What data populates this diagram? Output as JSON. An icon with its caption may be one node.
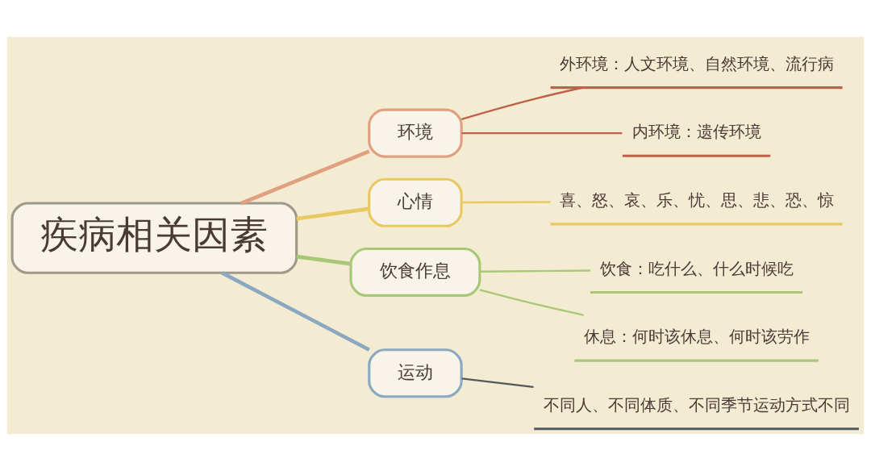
{
  "diagram": {
    "nodes": [
      {
        "text": [
          "疾病相关因素"
        ]
      },
      {
        "text": [
          "环境"
        ]
      },
      {
        "text": [
          "外环境：人文环境、自然环境、流行病"
        ]
      },
      {
        "text": [
          "内环境：遗传环境"
        ]
      },
      {
        "text": [
          "心情"
        ]
      },
      {
        "text": [
          "喜、怒、哀、乐、忧、思、悲、恐、惊"
        ]
      },
      {
        "text": [
          "饮食作息"
        ]
      },
      {
        "text": [
          "饮食：吃什么、什么时候吃"
        ]
      },
      {
        "text": [
          "休息：何时该休息、何时该劳作"
        ]
      },
      {
        "text": [
          "运动"
        ]
      },
      {
        "text": [
          "不同人、不同体质、不同季节运动方式不同"
        ]
      }
    ],
    "edges": [
      {
        "from": 0,
        "to": 1,
        "arrow": "none",
        "style": "thick",
        "color": "#e0a080"
      },
      {
        "from": 1,
        "to": 2,
        "arrow": "none",
        "color": "#c0604a"
      },
      {
        "from": 1,
        "to": 3,
        "arrow": "none",
        "color": "#c0604a"
      },
      {
        "from": 0,
        "to": 4,
        "arrow": "none",
        "style": "thick",
        "color": "#e8c860"
      },
      {
        "from": 4,
        "to": 5,
        "arrow": "none",
        "color": "#e8c860"
      },
      {
        "from": 0,
        "to": 6,
        "arrow": "none",
        "style": "thick",
        "color": "#a8c878"
      },
      {
        "from": 6,
        "to": 7,
        "arrow": "none",
        "color": "#a8c878"
      },
      {
        "from": 6,
        "to": 8,
        "arrow": "none",
        "color": "#a8c878"
      },
      {
        "from": 0,
        "to": 9,
        "arrow": "none",
        "style": "thick",
        "color": "#8aa8c0"
      },
      {
        "from": 9,
        "to": 10,
        "arrow": "none",
        "color": "#505a60"
      }
    ]
  }
}
